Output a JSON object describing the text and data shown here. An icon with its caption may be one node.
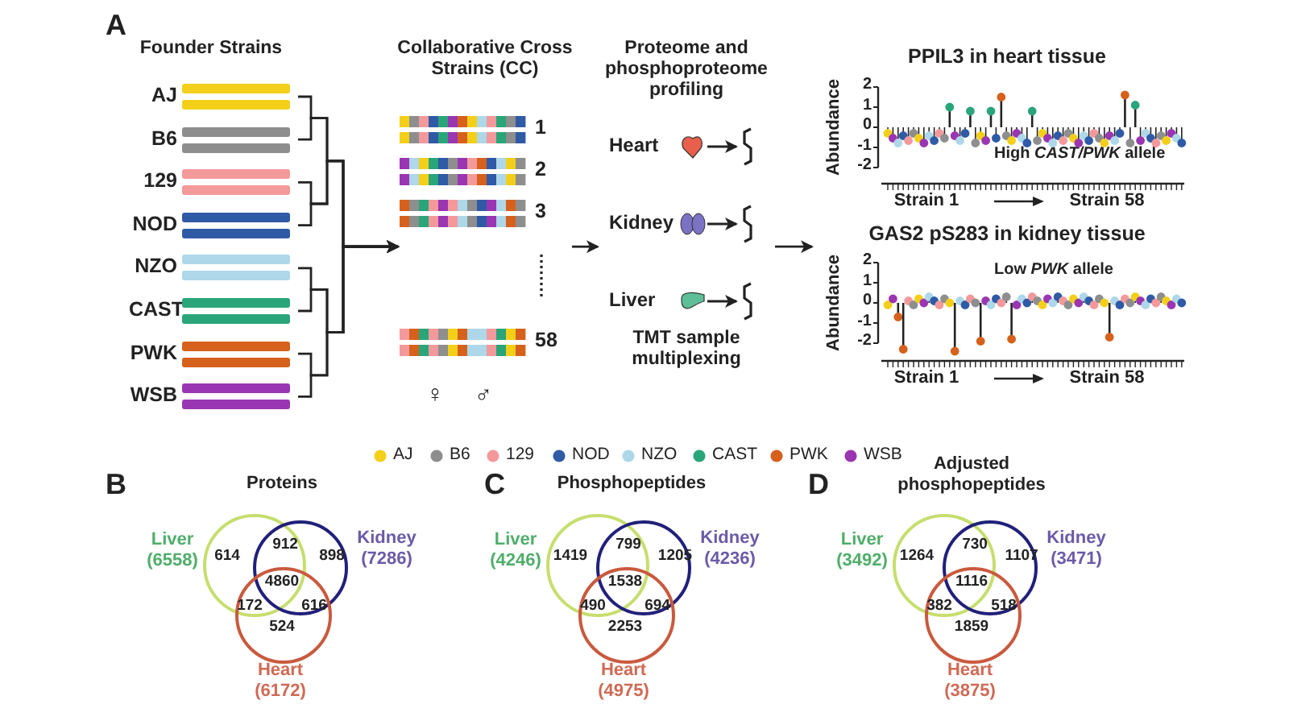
{
  "diagram": {
    "nodes": [
      {
        "text": [
          "Founder Strains"
        ]
      },
      {
        "text": [
          "AJ"
        ],
        "in": 0
      },
      {
        "text": [
          "B6"
        ],
        "in": 0
      },
      {
        "text": [
          "129"
        ],
        "in": 0
      },
      {
        "text": [
          "NOD"
        ],
        "in": 0
      },
      {
        "text": [
          "NZO"
        ],
        "in": 0
      },
      {
        "text": [
          "CAST"
        ],
        "in": 0
      },
      {
        "text": [
          "PWK"
        ],
        "in": 0
      },
      {
        "text": [
          "WSB"
        ],
        "in": 0
      },
      {
        "text": [
          "Collaborative Cross Strains (CC)"
        ]
      },
      {
        "text": [
          "1"
        ],
        "in": 9
      },
      {
        "text": [
          "2"
        ],
        "in": 9
      },
      {
        "text": [
          "3"
        ],
        "in": 9
      },
      {
        "text": [
          "58"
        ],
        "in": 9
      },
      {
        "text": [
          "Proteome and phosphoproteome profiling",
          "TMT sample multiplexing"
        ]
      },
      {
        "text": [
          "Heart"
        ],
        "in": 14
      },
      {
        "text": [
          "Kidney"
        ],
        "in": 14
      },
      {
        "text": [
          "Liver"
        ],
        "in": 14
      },
      {
        "text": [],
        "shape": "picture",
        "in": 14
      },
      {
        "text": [],
        "shape": "picture",
        "in": 14
      },
      {
        "text": [],
        "shape": "picture",
        "in": 14
      },
      {
        "text": [
          "PPIL3 in heart tissue",
          "Abundance",
          "2",
          "1",
          "0",
          "-1",
          "-2",
          "High *CAST/PWK* allele",
          "Strain 1",
          "Strain 58"
        ]
      },
      {
        "text": [
          "GAS2 pS283 in kidney tissue",
          "Abundance",
          "2",
          "1",
          "0",
          "-1",
          "-2",
          "Low *PWK* allele",
          "Strain 1",
          "Strain 58"
        ]
      },
      {
        "text": [
          "Liver (6558)"
        ]
      },
      {
        "text": [
          "Kidney (7286)"
        ]
      },
      {
        "text": [
          "Heart (6172)"
        ]
      },
      {
        "text": [
          "Liver (4246)"
        ]
      },
      {
        "text": [
          "Kidney (4236)"
        ]
      },
      {
        "text": [
          "Heart (4975)"
        ]
      },
      {
        "text": [
          "Liver (3492)"
        ]
      },
      {
        "text": [
          "Kidney (3471)"
        ]
      },
      {
        "text": [
          "Heart (3875)"
        ]
      }
    ],
    "edges": [
      {
        "from": 1,
        "to": 9,
        "arrow": "to"
      },
      {
        "from": 2,
        "to": 9,
        "arrow": "to"
      },
      {
        "from": 3,
        "to": 9,
        "arrow": "to"
      },
      {
        "from": 4,
        "to": 9,
        "arrow": "to"
      },
      {
        "from": 5,
        "to": 9,
        "arrow": "to"
      },
      {
        "from": 6,
        "to": 9,
        "arrow": "to"
      },
      {
        "from": 7,
        "to": 9,
        "arrow": "to"
      },
      {
        "from": 8,
        "to": 9,
        "arrow": "to"
      },
      {
        "from": 9,
        "to": 14,
        "arrow": "to"
      },
      {
        "from": 15,
        "to": 18,
        "arrow": "to"
      },
      {
        "from": 16,
        "to": 19,
        "arrow": "to"
      },
      {
        "from": 17,
        "to": 20,
        "arrow": "to"
      },
      {
        "from": 14,
        "to": 22,
        "arrow": "to"
      }
    ],
    "labels": [
      "A",
      "♀",
      "♂",
      "B",
      "Proteins",
      "614",
      "912",
      "898",
      "4860",
      "172",
      "616",
      "524",
      "C",
      "Phosphopeptides",
      "1419",
      "799",
      "1205",
      "1538",
      "490",
      "694",
      "2253",
      "D",
      "Adjusted phosphopeptides",
      "1264",
      "730",
      "1107",
      "1116",
      "382",
      "518",
      "1859"
    ],
    "legend": [
      {
        "text": "AJ",
        "color": "#f3cf1a"
      },
      {
        "text": "B6",
        "color": "#8e8e8e"
      },
      {
        "text": "129",
        "color": "#f4999b"
      },
      {
        "text": "NOD",
        "color": "#2f5aa6"
      },
      {
        "text": "NZO",
        "color": "#aed7ea"
      },
      {
        "text": "CAST",
        "color": "#2aa57a"
      },
      {
        "text": "PWK",
        "color": "#d6611c"
      },
      {
        "text": "WSB",
        "color": "#9a36b1"
      }
    ]
  }
}
